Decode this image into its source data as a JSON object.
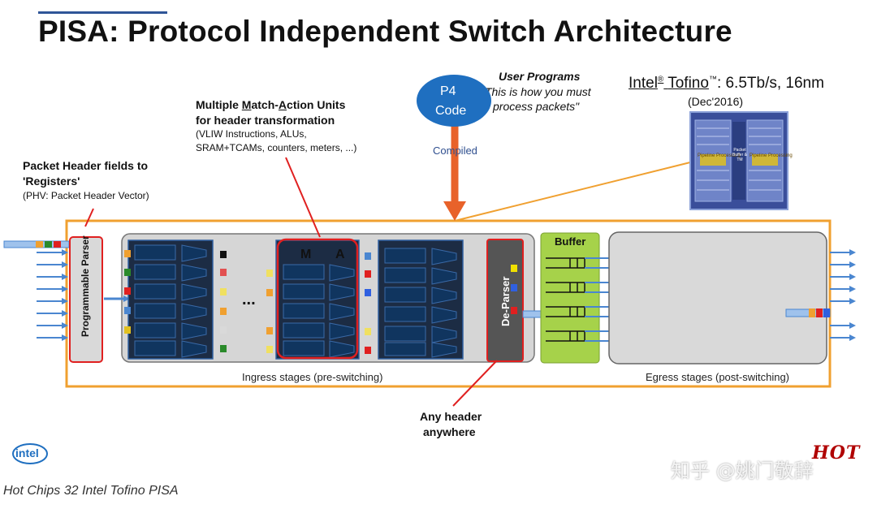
{
  "title": "PISA: Protocol Independent Switch Architecture",
  "chip": {
    "brand": "Intel",
    "reg": "®",
    "name": "Tofino",
    "tm": "™",
    "spec": ": 6.5Tb/s, 16nm",
    "date": "(Dec'2016)",
    "die_left_label": "Pipeline Processing",
    "die_center_label": "Packet Buffer & TM",
    "die_right_label": "Pipeline Processing"
  },
  "user_programs": {
    "heading": "User Programs",
    "quote_line1": "\"This is how you must",
    "quote_line2": "process packets\""
  },
  "p4": {
    "line1": "P4",
    "line2": "Code",
    "compiled": "Compiled"
  },
  "mau": {
    "line1_pre": "Multiple ",
    "line1_m": "M",
    "line1_mid": "atch-",
    "line1_a": "A",
    "line1_post": "ction Units",
    "line2": "for header transformation",
    "line3": "(VLIW Instructions, ALUs,",
    "line4": "SRAM+TCAMs, counters, meters, ...)",
    "m_label": "M",
    "a_label": "A",
    "ellipsis": "..."
  },
  "phv": {
    "line1": "Packet Header fields to",
    "line2": "'Registers'",
    "line3": "(PHV: Packet Header Vector)"
  },
  "parser_label": "Programmable Parser",
  "deparser_label": "De-Parser",
  "buffer_label": "Buffer",
  "ingress_label": "Ingress stages (pre-switching)",
  "egress_label": "Egress stages (post-switching)",
  "any_header": {
    "line1": "Any header",
    "line2": "anywhere"
  },
  "caption": "Hot Chips 32 Intel Tofino PISA",
  "watermark": "知乎 @姚门敬辞",
  "logos": {
    "intel": "intel",
    "hot": "HOT"
  },
  "colors": {
    "orange_frame": "#f0a030",
    "red_outline": "#e02020",
    "p4_blue": "#1f6fc0",
    "stage_blue": "#10355f",
    "buffer_green": "#a6d24a",
    "arrow_blue": "#4a86d0",
    "compiled_arrow": "#e8622a"
  }
}
